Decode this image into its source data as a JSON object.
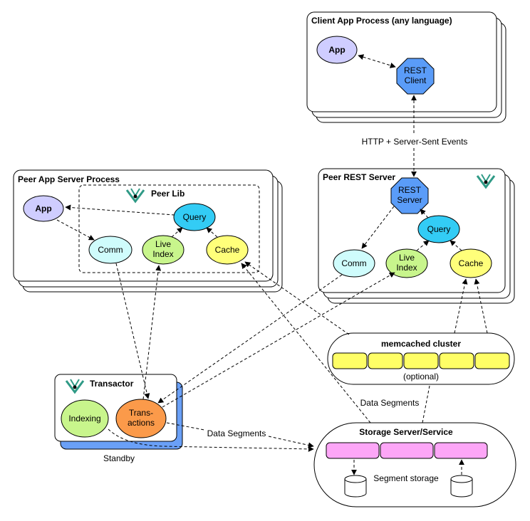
{
  "colors": {
    "app": "#cfcdff",
    "rest": "#5a9cf8",
    "comm": "#cffcfc",
    "liveindex": "#c8f58c",
    "query": "#33ccf5",
    "cache": "#ffff7a",
    "transactions": "#fb9a4a",
    "indexing": "#c8f58c",
    "memcached": "#ffff66",
    "segment": "#fda6f7",
    "standby": "#6aa0f7",
    "logo": "#2f9a86"
  },
  "client": {
    "title": "Client App Process (any language)",
    "app_label": "App",
    "rest_label_1": "REST",
    "rest_label_2": "Client"
  },
  "http_label": "HTTP + Server-Sent Events",
  "peer_app": {
    "title": "Peer App Server Process",
    "lib_title": "Peer Lib",
    "app_label": "App",
    "query_label": "Query",
    "comm_label": "Comm",
    "live_label_1": "Live",
    "live_label_2": "Index",
    "cache_label": "Cache"
  },
  "peer_rest": {
    "title": "Peer REST Server",
    "rest_label_1": "REST",
    "rest_label_2": "Server",
    "query_label": "Query",
    "comm_label": "Comm",
    "live_label_1": "Live",
    "live_label_2": "Index",
    "cache_label": "Cache"
  },
  "memcached": {
    "title": "memcached cluster",
    "note": "(optional)"
  },
  "transactor": {
    "title": "Transactor",
    "indexing_label": "Indexing",
    "trans_label_1": "Trans-",
    "trans_label_2": "actions",
    "standby_label": "Standby"
  },
  "data_segments_1": "Data Segments",
  "data_segments_2": "Data Segments",
  "storage": {
    "title": "Storage Server/Service",
    "segment_label": "Segment storage"
  }
}
